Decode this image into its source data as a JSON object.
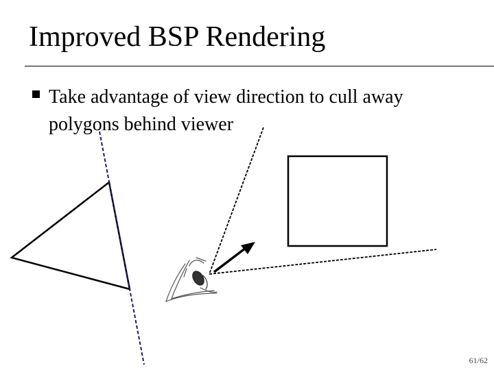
{
  "title": "Improved BSP Rendering",
  "bullets": [
    {
      "text": "Take advantage of view direction to cull away polygons behind viewer"
    }
  ],
  "diagram": {
    "elements": [
      "triangle-polygon",
      "square-polygon",
      "view-direction-arrow",
      "eye-icon",
      "dividing-plane-line",
      "view-frustum-lines"
    ],
    "colors": {
      "plane": "#1a1a6e",
      "outline": "#000000",
      "frustum": "#000000"
    }
  },
  "page_number": "61/62"
}
